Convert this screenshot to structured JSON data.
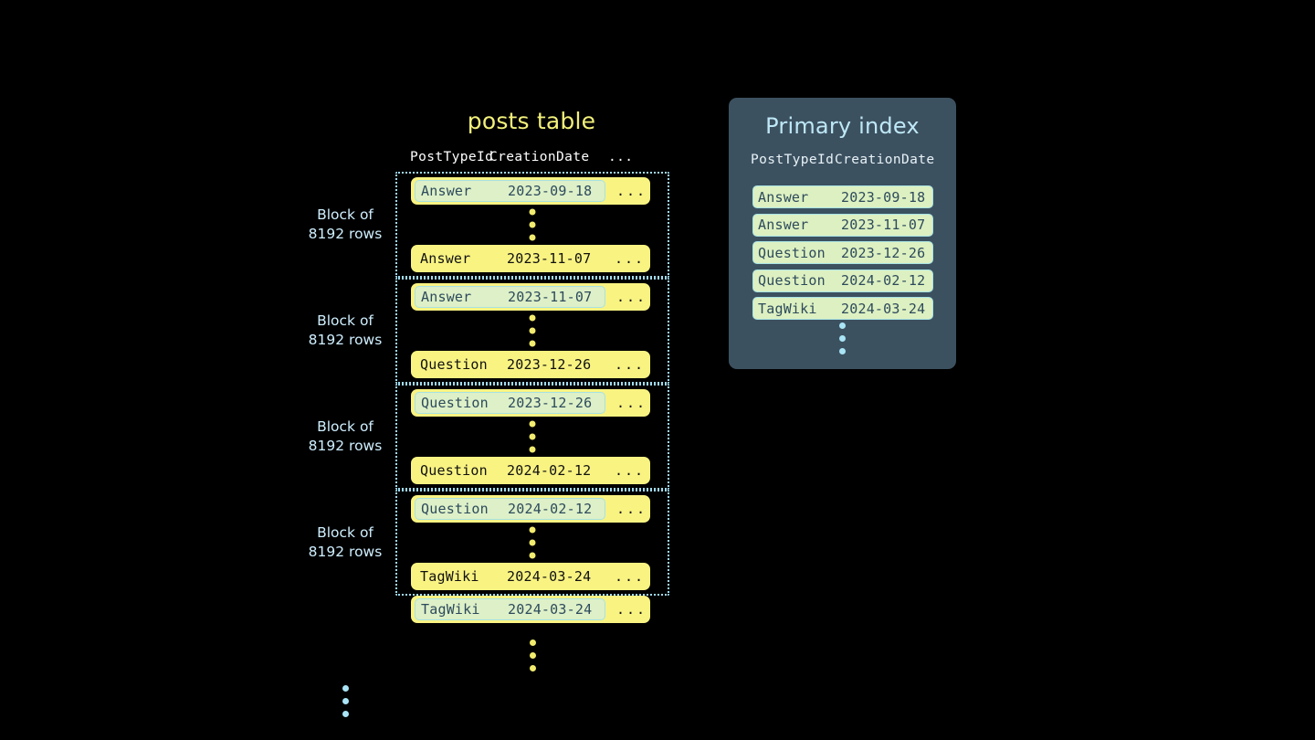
{
  "posts_table": {
    "title": "posts table",
    "columns": [
      "PostTypeId",
      "CreationDate",
      "..."
    ],
    "blocks": [
      {
        "label": "Block of\n8192 rows",
        "first_row": {
          "type": "Answer",
          "date": "2023-09-18",
          "more": "...",
          "highlighted": true
        },
        "last_row": {
          "type": "Answer",
          "date": "2023-11-07",
          "more": "...",
          "highlighted": false
        }
      },
      {
        "label": "Block of\n8192 rows",
        "first_row": {
          "type": "Answer",
          "date": "2023-11-07",
          "more": "...",
          "highlighted": true
        },
        "last_row": {
          "type": "Question",
          "date": "2023-12-26",
          "more": "...",
          "highlighted": false
        }
      },
      {
        "label": "Block of\n8192 rows",
        "first_row": {
          "type": "Question",
          "date": "2023-12-26",
          "more": "...",
          "highlighted": true
        },
        "last_row": {
          "type": "Question",
          "date": "2024-02-12",
          "more": "...",
          "highlighted": false
        }
      },
      {
        "label": "Block of\n8192 rows",
        "first_row": {
          "type": "Question",
          "date": "2024-02-12",
          "more": "...",
          "highlighted": true
        },
        "last_row": {
          "type": "TagWiki",
          "date": "2024-03-24",
          "more": "...",
          "highlighted": false
        }
      }
    ],
    "trailing_row": {
      "type": "TagWiki",
      "date": "2024-03-24",
      "more": "...",
      "highlighted": true
    }
  },
  "primary_index": {
    "title": "Primary index",
    "columns": [
      "PostTypeId",
      "CreationDate"
    ],
    "rows": [
      {
        "type": "Answer",
        "date": "2023-09-18"
      },
      {
        "type": "Answer",
        "date": "2023-11-07"
      },
      {
        "type": "Question",
        "date": "2023-12-26"
      },
      {
        "type": "Question",
        "date": "2024-02-12"
      },
      {
        "type": "TagWiki",
        "date": "2024-03-24"
      }
    ]
  },
  "colors": {
    "background": "#000000",
    "row_fill": "#f9f382",
    "row_highlight_fill": "#ddf0c8",
    "row_highlight_border": "#a8e2e2",
    "block_border": "#9fd9ee",
    "table_title": "#f2f07a",
    "panel_background": "#3c5160",
    "panel_title": "#bfe8f7",
    "block_label": "#cfefff",
    "dots_yellow": "#f2ec6e",
    "dots_blue": "#a9e4f5"
  }
}
